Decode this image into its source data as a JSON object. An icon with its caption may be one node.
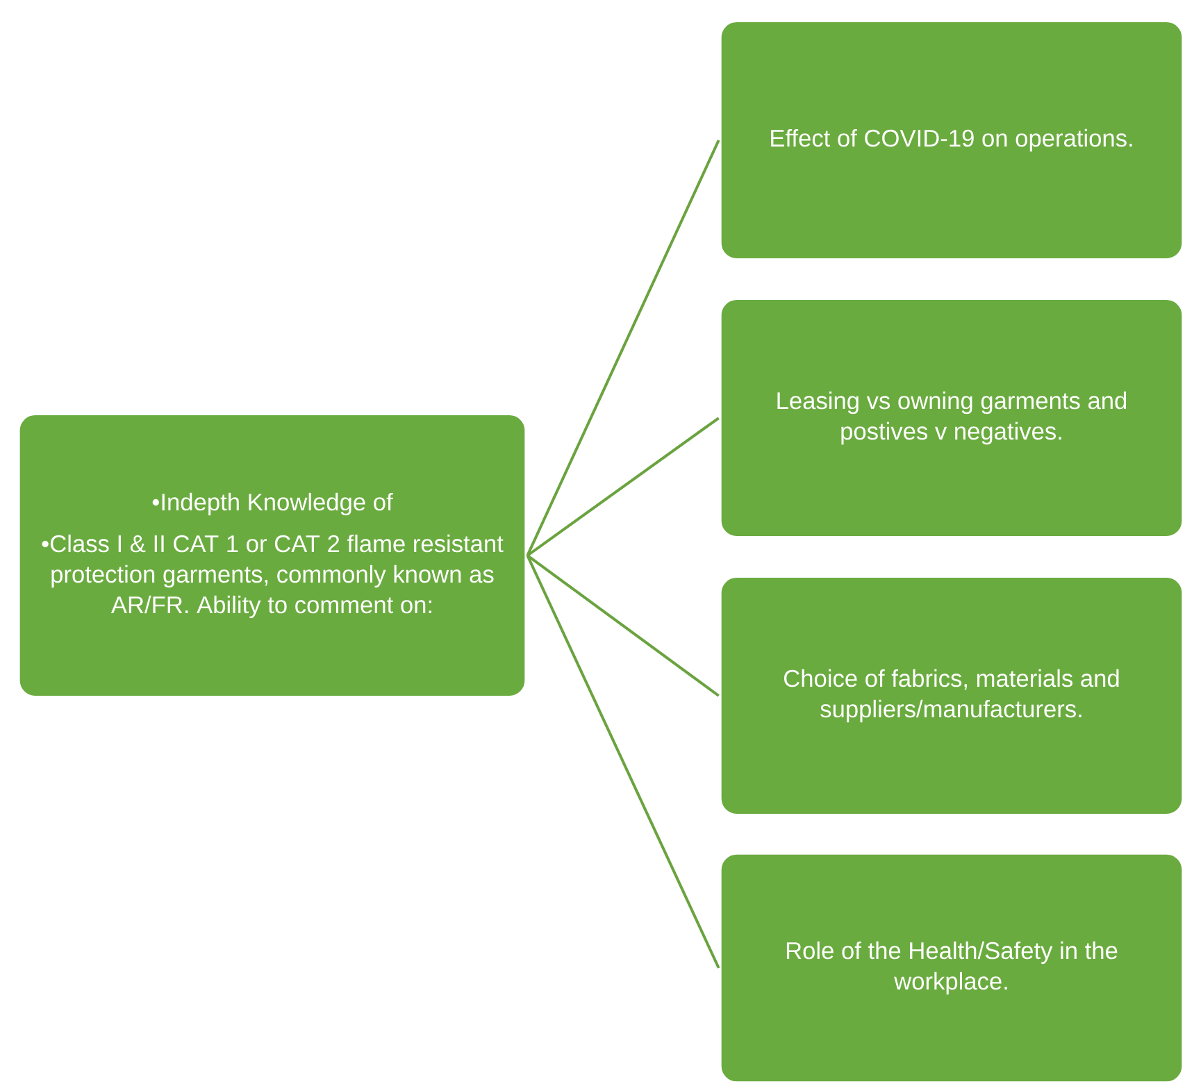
{
  "diagram": {
    "nodes": [
      {
        "text": [
          "•Indepth Knowledge of",
          "•Class I & II CAT 1 or CAT 2 flame resistant protection garments, commonly known as AR/FR. Ability to comment on:"
        ]
      },
      {
        "text": [
          "Effect of COVID-19 on operations."
        ]
      },
      {
        "text": [
          "Leasing vs owning garments and postives v negatives."
        ]
      },
      {
        "text": [
          "Choice of fabrics, materials and suppliers/manufacturers."
        ]
      },
      {
        "text": [
          "Role of the Health/Safety in the workplace."
        ]
      }
    ],
    "edges": [
      {
        "from": 0,
        "to": 1,
        "arrow": "none"
      },
      {
        "from": 0,
        "to": 2,
        "arrow": "none"
      },
      {
        "from": 0,
        "to": 3,
        "arrow": "none"
      },
      {
        "from": 0,
        "to": 4,
        "arrow": "none"
      }
    ]
  }
}
